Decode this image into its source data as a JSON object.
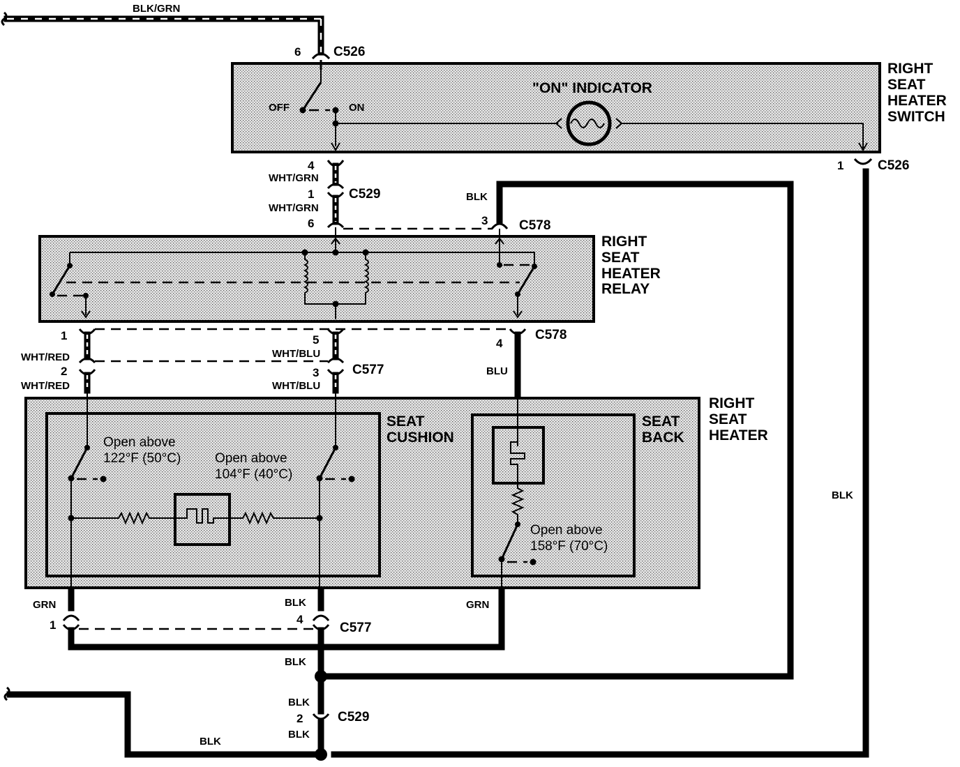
{
  "wires": {
    "blk_grn": "BLK/GRN",
    "wht_grn_top": "WHT/GRN",
    "wht_grn_bottom": "WHT/GRN",
    "blk_c578": "BLK",
    "blk_right": "BLK",
    "wht_red_top": "WHT/RED",
    "wht_red_bottom": "WHT/RED",
    "wht_blu_top": "WHT/BLU",
    "wht_blu_bottom": "WHT/BLU",
    "blu": "BLU",
    "grn_left": "GRN",
    "blk_mid": "BLK",
    "grn_right": "GRN",
    "blk_splice": "BLK",
    "blk_c529_top": "BLK",
    "blk_c529_bottom": "BLK",
    "blk_ground": "BLK"
  },
  "connectors": {
    "c526_top": "C526",
    "c526_right": "C526",
    "c529_top": "C529",
    "c578_top": "C578",
    "c578_bottom": "C578",
    "c577_top": "C577",
    "c577_bottom": "C577",
    "c529_bottom": "C529"
  },
  "pins": {
    "c526_6": "6",
    "c526_1": "1",
    "c529_4": "4",
    "c529_1": "1",
    "c529_6": "6",
    "c578_3": "3",
    "c578_4": "4",
    "c577_1_top": "1",
    "c577_2": "2",
    "c577_5": "5",
    "c577_3": "3",
    "c577_1_bottom": "1",
    "c577_4": "4",
    "c529_2": "2"
  },
  "switch_box": {
    "off": "OFF",
    "on": "ON",
    "indicator": "\"ON\" INDICATOR",
    "name": [
      "RIGHT",
      "SEAT",
      "HEATER",
      "SWITCH"
    ]
  },
  "relay_box": {
    "name": [
      "RIGHT",
      "SEAT",
      "HEATER",
      "RELAY"
    ]
  },
  "heater_box": {
    "name": [
      "RIGHT",
      "SEAT",
      "HEATER"
    ],
    "cushion": [
      "SEAT",
      "CUSHION"
    ],
    "back": [
      "SEAT",
      "BACK"
    ],
    "thermostat_1": [
      "Open above",
      "122°F (50°C)"
    ],
    "thermostat_2": [
      "Open above",
      "104°F (40°C)"
    ],
    "thermostat_3": [
      "Open above",
      "158°F (70°C)"
    ]
  }
}
